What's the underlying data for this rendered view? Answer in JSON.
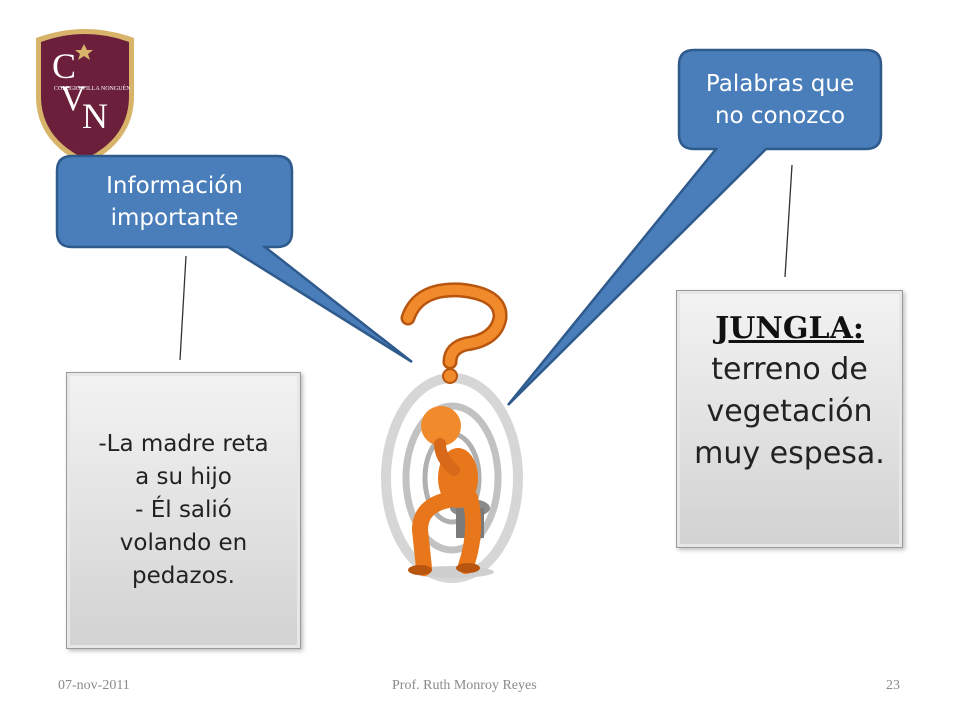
{
  "logo": {
    "monogram": [
      "C",
      "V",
      "N"
    ],
    "motto": "COLEGIO VILLA NONGUÉN"
  },
  "callouts": {
    "left": {
      "line1": "Información",
      "line2": "importante"
    },
    "right": {
      "line1": "Palabras que",
      "line2": "no conozco"
    }
  },
  "left_box": {
    "lines": [
      "-La madre reta",
      "a su hijo",
      "- Él salió",
      "volando en",
      "pedazos."
    ]
  },
  "right_box": {
    "term": "JUNGLA:",
    "definition_lines": [
      "terreno de",
      "vegetación",
      "muy espesa."
    ]
  },
  "footer": {
    "date": "07-nov-2011",
    "author": "Prof. Ruth Monroy Reyes",
    "page": "23"
  },
  "colors": {
    "callout_fill": "#4a7ebb",
    "callout_stroke": "#2f5a8c",
    "figure": "#e8761a",
    "logo_purple": "#6b1f3a"
  }
}
